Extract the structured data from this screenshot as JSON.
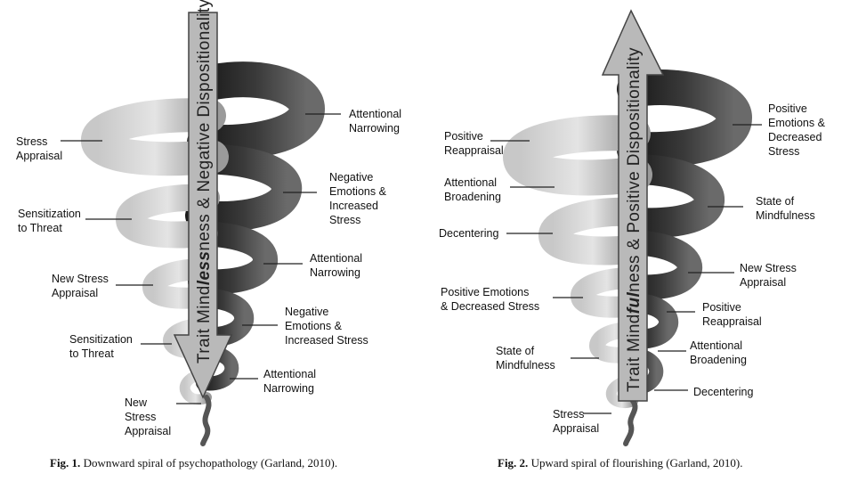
{
  "fig1": {
    "arrow_text": {
      "pre": "Trait Mind",
      "em": "less",
      "post": "ness & Negative Dispositionality"
    },
    "labels": [
      "Attentional\nNarrowing",
      "Stress\nAppraisal",
      "Negative\nEmotions &\nIncreased\nStress",
      "Sensitization\nto Threat",
      "Attentional\nNarrowing",
      "New Stress\nAppraisal",
      "Negative\nEmotions &\nIncreased Stress",
      "Sensitization\nto Threat",
      "Attentional\nNarrowing",
      "New\nStress\nAppraisal"
    ],
    "caption": {
      "number": "Fig. 1.",
      "text": " Downward spiral of psychopathology (Garland, 2010)."
    }
  },
  "fig2": {
    "arrow_text": {
      "pre": "Trait Mind",
      "em": "ful",
      "post": "ness & Positive Dispositionality"
    },
    "labels": [
      "Positive\nEmotions &\nDecreased\nStress",
      "Positive\nReappraisal",
      "Attentional\nBroadening",
      "State of\nMindfulness",
      "Decentering",
      "New Stress\nAppraisal",
      "Positive Emotions\n& Decreased Stress",
      "Positive\nReappraisal",
      "Attentional\nBroadening",
      "State of\nMindfulness",
      "Decentering",
      "Stress\nAppraisal"
    ],
    "caption": {
      "number": "Fig. 2.",
      "text": " Upward spiral of flourishing (Garland, 2010)."
    }
  }
}
